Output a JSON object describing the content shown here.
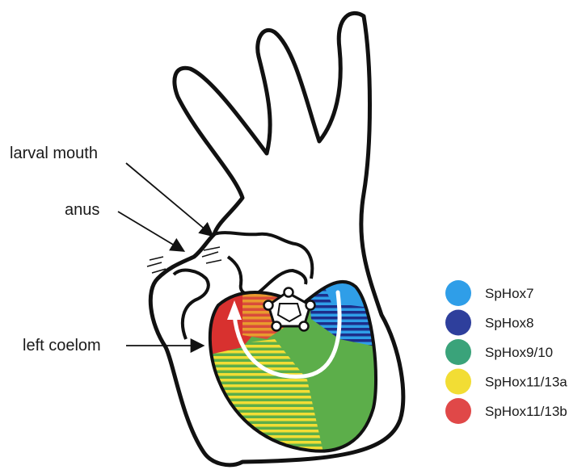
{
  "labels": {
    "larval_mouth": "larval mouth",
    "anus": "anus",
    "left_coelom": "left coelom"
  },
  "legend": [
    {
      "name": "SpHox7",
      "color": "#2f9ee8"
    },
    {
      "name": "SpHox8",
      "color": "#2e3f9c"
    },
    {
      "name": "SpHox9/10",
      "color": "#3aa37a"
    },
    {
      "name": "SpHox11/13a",
      "color": "#f2dd34"
    },
    {
      "name": "SpHox11/13b",
      "color": "#e04848"
    }
  ]
}
